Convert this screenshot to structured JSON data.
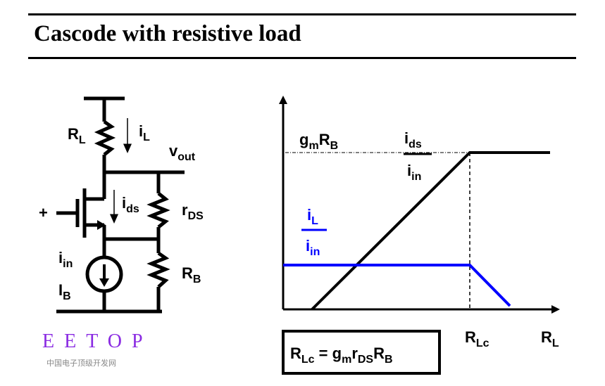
{
  "slide": {
    "title": "Cascode with resistive load"
  },
  "circuit": {
    "labels": {
      "rl": "R",
      "rl_sub": "L",
      "il": "i",
      "il_sub": "L",
      "vout": "v",
      "vout_sub": "out",
      "ids": "i",
      "ids_sub": "ds",
      "rds": "r",
      "rds_sub": "DS",
      "plus": "+",
      "iin": "i",
      "iin_sub": "in",
      "ib": "I",
      "ib_sub": "B",
      "rb": "R",
      "rb_sub": "B"
    }
  },
  "graph": {
    "level_label": "g",
    "level_label_sub1": "m",
    "level_label_mid": "R",
    "level_label_sub2": "B",
    "black_curve_num": "i",
    "black_curve_num_sub": "ds",
    "black_curve_den": "i",
    "black_curve_den_sub": "in",
    "blue_curve_num": "i",
    "blue_curve_num_sub": "L",
    "blue_curve_den": "i",
    "blue_curve_den_sub": "in",
    "x_tick": "R",
    "x_tick_sub": "Lc",
    "x_axis": "R",
    "x_axis_sub": "L",
    "colors": {
      "black_curve": "#000000",
      "blue_curve": "#0000ff"
    }
  },
  "formula": {
    "lhs": "R",
    "lhs_sub": "Lc",
    "eq": " = g",
    "g_sub": "m",
    "r": "r",
    "r_sub": "DS",
    "rb": "R",
    "rb_sub": "B"
  },
  "watermark": {
    "text": "EETOP",
    "subtext": "中国电子顶级开发网"
  }
}
